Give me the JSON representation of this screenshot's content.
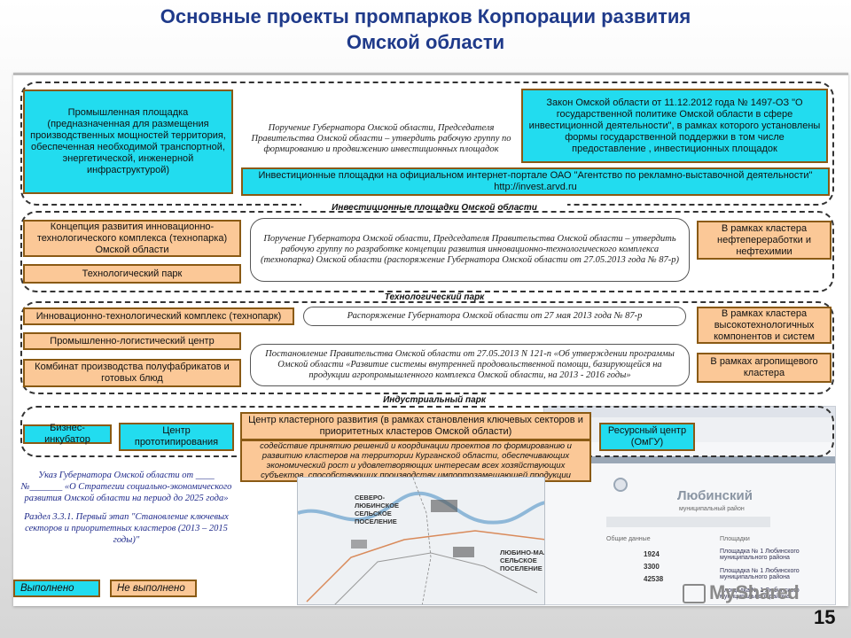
{
  "title": "Основные проекты промпарков Корпорации развития\nОмской области",
  "page_number": "15",
  "colors": {
    "title": "#1f3a8a",
    "cyan": "#22dcef",
    "orange": "#fbc897",
    "border": "#8a5a14"
  },
  "invest": {
    "industrial_site": "Промышленная площадка (предназначенная для размещения производственных мощностей территория, обеспеченная необходимой транспортной, энергетической, инженерной инфраструктурой)",
    "governor_order": "Поручение Губернатора Омской области, Председателя Правительства Омской области – утвердить рабочую группу по формированию и продвижению инвестиционных площадок",
    "law": "Закон Омской области от 11.12.2012 года № 1497-ОЗ \"О государственной политике Омской области в сфере инвестиционной деятельности\", в рамках которого установлены формы государственной поддержки в том числе предоставление , инвестиционных площадок",
    "portal": "Инвестиционные площадки на официальном интернет-портале ОАО \"Агентство по рекламно-выставочной деятельности\" http://invest.arvd.ru",
    "label": "Инвестиционные площадки Омской области"
  },
  "tech": {
    "concept": "Концепция развития инновационно-технологического комплекса (технопарка) Омской области",
    "park": "Технологический парк",
    "order": "Поручение Губернатора Омской области, Председателя Правительства Омской области – утвердить рабочую группу по разработке концепции развития инновационно-технологического комплекса (технопарка) Омской области (распоряжение Губернатора Омской области от 27.05.2013 года № 87-р)",
    "cluster": "В рамках кластера нефтепереработки и нефтехимии",
    "label": "Технологический парк"
  },
  "industrial": {
    "technopark": "Инновационно-технологический комплекс (технопарк)",
    "logistics": "Промышленно-логистический центр",
    "food": "Комбинат производства полуфабрикатов и готовых блюд",
    "order": "Распоряжение Губернатора Омской области от 27 мая 2013 года № 87-р",
    "resolution": "Постановление Правительства Омской области от 27.05.2013 N 121-п «Об утверждении программы Омской области «Развитие системы внутренней продовольственной помощи, базирующейся на продукции агропромышленного комплекса Омской области, на 2013 - 2016 годы»",
    "cluster_hitech": "В рамках кластера высокотехнологичных компонентов и систем",
    "cluster_agro": "В рамках агропищевого кластера",
    "label": "Индустриальный парк"
  },
  "cluster": {
    "incubator": "Бизнес-инкубатор",
    "prototyping": "Центр прототипирования",
    "center": "Центр кластерного развития (в рамках становления ключевых секторов и приоритетных кластеров Омской области)",
    "center_desc": "содействие принятию решений и координации проектов по формированию и развитию кластеров на территории Курганской области, обеспечивающих экономический рост и удовлетворяющих интересам всех хозяйствующих субъектов, способствующих производству импортозамещающей продукции",
    "resource": "Ресурсный центр (ОмГУ)"
  },
  "decree": {
    "text1": "Указ Губернатора Омской области от ____ №_______ «О Стратегии социально-экономического развития Омской области на период до 2025 года»",
    "text2": "Раздел 3.3.1. Первый этап \"Становление ключевых секторов и приоритетных кластеров (2013 – 2015 годы)\""
  },
  "legend": {
    "done": "Выполнено",
    "not_done": "Не выполнено"
  },
  "map": {
    "label1": "СЕВЕРО-ЛЮБИНСКОЕ СЕЛЬСКОЕ ПОСЕЛЕНИЕ",
    "label2": "ЛЮБИНО-МАЛ СЕЛЬСКОЕ ПОСЕЛЕНИЕ"
  },
  "site": {
    "district": "Любинский",
    "district_sub": "муниципальный район",
    "general": "Общие данные",
    "sites": "Площадки",
    "v1": "1924",
    "v2": "3300",
    "v3": "42538",
    "site1": "Площадка № 1 Любинского муниципального района",
    "site2": "Площадка № 1 Любинского муниципального района",
    "site3": "Площадка № 1 Любинского муниципального района"
  },
  "watermark": "MyShared"
}
